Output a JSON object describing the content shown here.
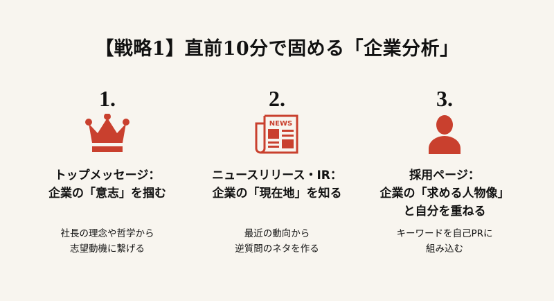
{
  "title": "【戦略1】直前10分で固める「企業分析」",
  "accent_color": "#c9402e",
  "columns": [
    {
      "number": "1.",
      "icon": "crown-icon",
      "heading_line1": "トップメッセージ：",
      "heading_line2": "企業の「意志」を掴む",
      "heading_line3": "",
      "desc_line1": "社長の理念や哲学から",
      "desc_line2": "志望動機に繋げる"
    },
    {
      "number": "2.",
      "icon": "newspaper-icon",
      "icon_text": "NEWS",
      "heading_line1": "ニュースリリース・IR：",
      "heading_line2": "企業の「現在地」を知る",
      "heading_line3": "",
      "desc_line1": "最近の動向から",
      "desc_line2": "逆質問のネタを作る"
    },
    {
      "number": "3.",
      "icon": "person-icon",
      "heading_line1": "採用ページ：",
      "heading_line2": "企業の「求める人物像」",
      "heading_line3": "と自分を重ねる",
      "desc_line1": "キーワードを自己PRに",
      "desc_line2": "組み込む"
    }
  ]
}
